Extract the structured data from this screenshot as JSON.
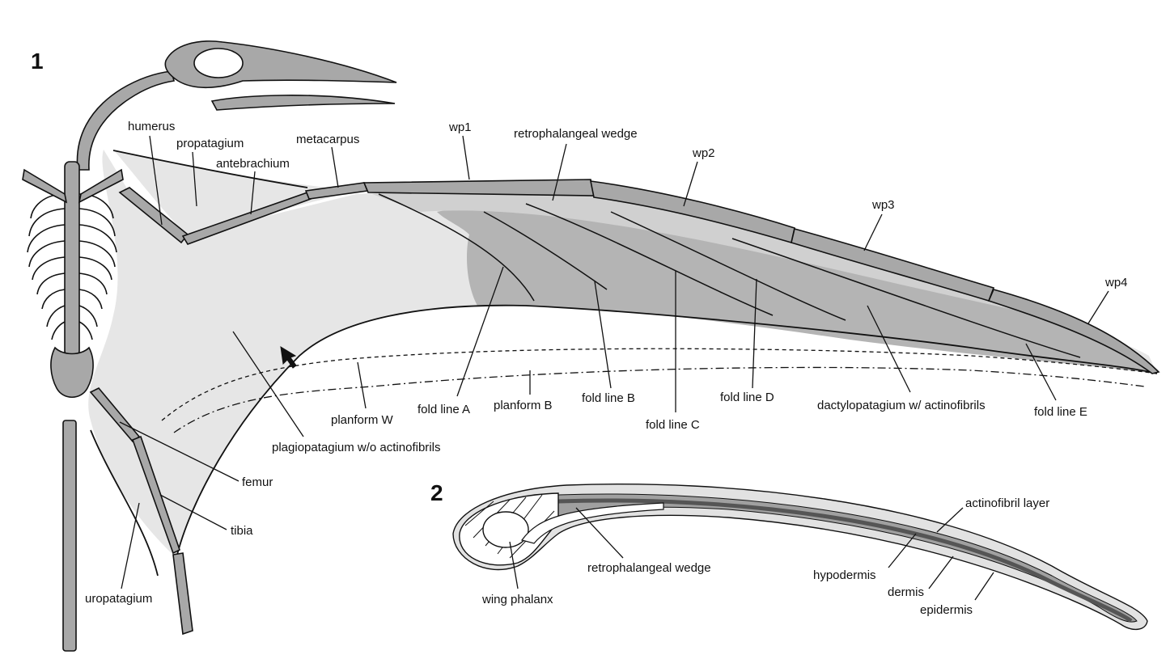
{
  "panels": {
    "panel1": "1",
    "panel2": "2"
  },
  "labels1": {
    "humerus": "humerus",
    "propatagium": "propatagium",
    "antebrachium": "antebrachium",
    "metacarpus": "metacarpus",
    "wp1": "wp1",
    "retrophalangeal_wedge": "retrophalangeal wedge",
    "wp2": "wp2",
    "wp3": "wp3",
    "wp4": "wp4",
    "fold_line_a": "fold line A",
    "fold_line_b": "fold line B",
    "fold_line_c": "fold line C",
    "fold_line_d": "fold line D",
    "fold_line_e": "fold line E",
    "planform_w": "planform W",
    "planform_b": "planform B",
    "dactylopatagium": "dactylopatagium w/ actinofibrils",
    "plagiopatagium": "plagiopatagium w/o actinofibrils",
    "femur": "femur",
    "tibia": "tibia",
    "uropatagium": "uropatagium"
  },
  "labels2": {
    "actinofibril_layer": "actinofibril layer",
    "hypodermis": "hypodermis",
    "dermis": "dermis",
    "epidermis": "epidermis",
    "retrophalangeal_wedge": "retrophalangeal wedge",
    "wing_phalanx": "wing phalanx"
  },
  "colors": {
    "bone": "#a8a8a8",
    "membrane_light": "#e6e6e6",
    "membrane_dark": "#b4b4b4",
    "outline": "#111111"
  }
}
